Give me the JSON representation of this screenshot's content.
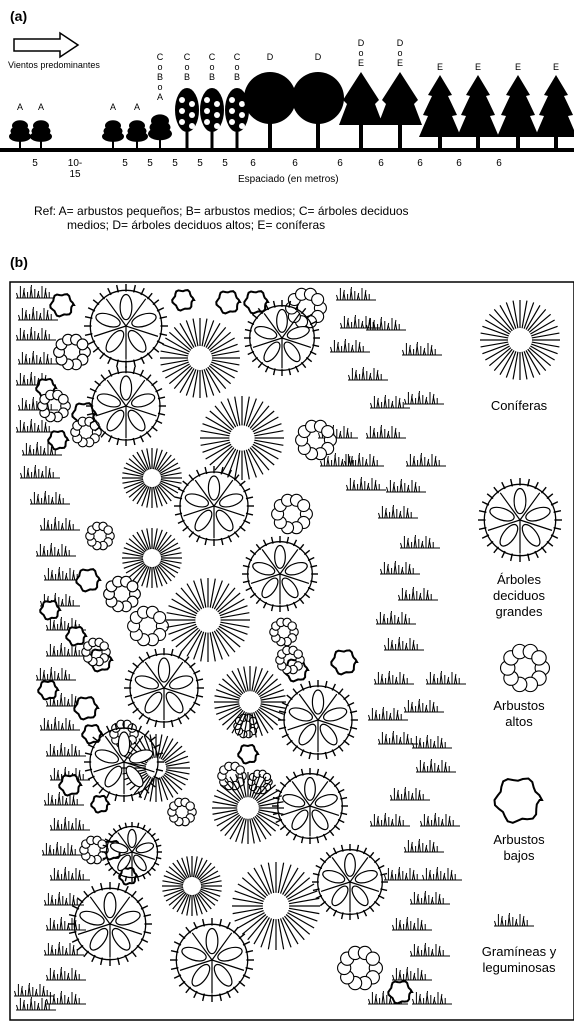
{
  "panel_a": {
    "label": "(a)",
    "wind_label": "Vientos predominantes",
    "tree_labels": [
      "A",
      "A",
      "A",
      "A",
      "C\no\nB\no\nA",
      "C\no\nB",
      "C\no\nB",
      "C\no\nB",
      "D",
      "D",
      "D\no\nE",
      "D\no\nE",
      "E",
      "E",
      "E",
      "E"
    ],
    "spacings": [
      "5",
      "10-15",
      "5",
      "5",
      "5",
      "5",
      "5",
      "6",
      "6",
      "6",
      "6",
      "6",
      "6",
      "6"
    ],
    "axis_title": "Espaciado (en metros)",
    "ref_line1": "Ref:   A= arbustos pequeños; B= arbustos medios; C= árboles deciduos",
    "ref_line2": "medios; D= árboles deciduos altos; E= coníferas"
  },
  "panel_b": {
    "label": "(b)",
    "legend": [
      {
        "icon": "conifer-icon",
        "label": "Coníferas"
      },
      {
        "icon": "deciduous-tree-icon",
        "label": "Árboles\ndeciduos\ngrandes"
      },
      {
        "icon": "tall-shrub-icon",
        "label": "Arbustos\naltos"
      },
      {
        "icon": "low-shrub-icon",
        "label": "Arbustos\nbajos"
      },
      {
        "icon": "grass-icon",
        "label": "Gramíneas y\nleguminosas"
      }
    ]
  }
}
